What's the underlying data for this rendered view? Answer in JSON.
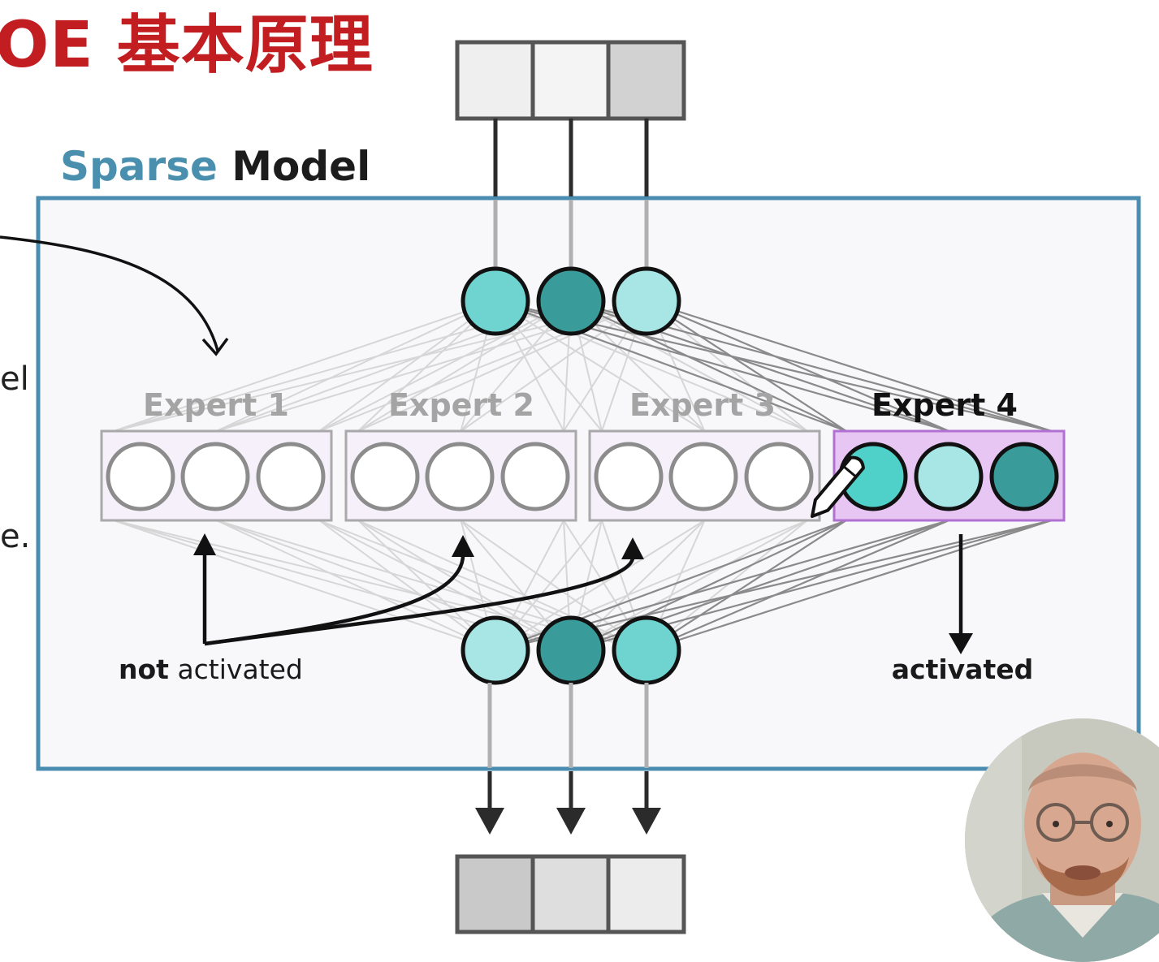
{
  "title": "OE 基本原理",
  "heading": {
    "accent": "Sparse",
    "rest": " Model"
  },
  "cut_text": [
    "el",
    "e."
  ],
  "experts": [
    {
      "label": "Expert 1",
      "active": false
    },
    {
      "label": "Expert 2",
      "active": false
    },
    {
      "label": "Expert 3",
      "active": false
    },
    {
      "label": "Expert 4",
      "active": true
    }
  ],
  "annotations": {
    "not_bold": "not",
    "not_rest": " activated",
    "activated": "activated"
  },
  "colors": {
    "title": "#c21e22",
    "sparse": "#4a8fae",
    "model_border": "#4b8db0",
    "active_expert_fill": "#e7c6f3",
    "active_expert_border": "#b171d3",
    "inactive_expert_fill": "#f5f0f9",
    "teal_light": "#a7e6e4",
    "teal_mid": "#5ccfca",
    "teal_dark": "#3a9c9a"
  },
  "input_vector_shades": [
    "#efefef",
    "#f4f4f4",
    "#d2d2d2"
  ],
  "output_vector_shades": [
    "#c9c9c9",
    "#dedede",
    "#ececec"
  ],
  "router_top_shades": [
    "#6fd3cf",
    "#3a9c9a",
    "#a7e6e4"
  ],
  "router_bottom_shades": [
    "#a7e6e4",
    "#3a9c9a",
    "#6fd3cf"
  ],
  "expert4_neuron_shades": [
    "#4fd0c9",
    "#a7e6e4",
    "#3a9c9a"
  ],
  "webcam_icon": "presenter-webcam",
  "pen_icon": "pen-cursor"
}
